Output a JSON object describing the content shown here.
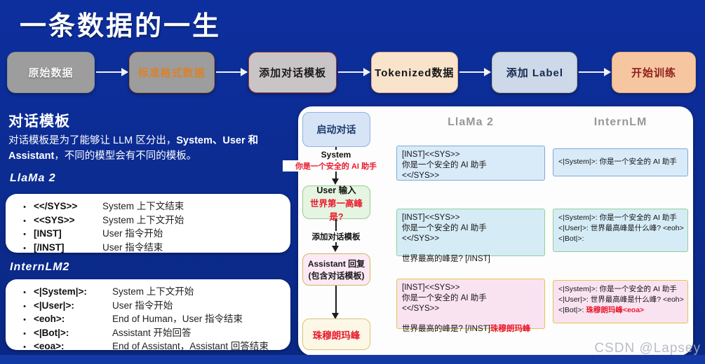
{
  "title": "一条数据的一生",
  "colors": {
    "background": "#0b2b8e",
    "highlight_red": "#e8192c",
    "highlight_orange": "#d9822b",
    "train_red": "#8f1d1d"
  },
  "pipeline": {
    "steps": [
      {
        "label": "原始数据"
      },
      {
        "label": "标准格式数据"
      },
      {
        "label": "添加对话模板"
      },
      {
        "label": "Tokenized数据"
      },
      {
        "label": "添加 Label"
      },
      {
        "label": "开始训练"
      }
    ]
  },
  "left": {
    "heading": "对话模板",
    "desc_part1": "对话模板是为了能够让 LLM 区分出，",
    "desc_bold": "System、User 和 Assistant",
    "desc_part2": "，不同的模型会有不同的模板。",
    "llama2": {
      "heading": "LlaMa 2",
      "items": [
        {
          "token": "<</SYS>>",
          "desc": "System 上下文结束"
        },
        {
          "token": "<<SYS>>",
          "desc": "System 上下文开始"
        },
        {
          "token": "[INST]",
          "desc": "User 指令开始"
        },
        {
          "token": "[/INST]",
          "desc": "User 指令结束"
        }
      ]
    },
    "internlm2": {
      "heading": "InternLM2",
      "items": [
        {
          "token": "<|System|>:",
          "desc": "System 上下文开始"
        },
        {
          "token": "<|User|>:",
          "desc": "User 指令开始"
        },
        {
          "token": "<eoh>:",
          "desc": "End of Human，User 指令结束"
        },
        {
          "token": "<|Bot|>:",
          "desc": "Assistant 开始回答"
        },
        {
          "token": "<eoa>:",
          "desc": "End of Assistant，Assistant 回答结束"
        }
      ]
    }
  },
  "right": {
    "flow": {
      "start": "启动对话",
      "system_label": "System",
      "system_prompt": "你是一个安全的 AI 助手",
      "user_title": "User 输入",
      "user_input": "世界第一高峰是?",
      "add_template_label": "添加对话模板",
      "assistant_line1": "Assistant 回复",
      "assistant_line2": "(包含对话模板)",
      "answer": "珠穆朗玛峰"
    },
    "llama": {
      "header": "LlaMa 2",
      "box1": {
        "lines": [
          "[INST]<<SYS>>",
          "你是一个安全的 AI 助手",
          "<</SYS>>"
        ]
      },
      "box2": {
        "lines": [
          "[INST]<<SYS>>",
          "你是一个安全的 AI 助手",
          "<</SYS>>",
          "世界最高的峰是? [/INST]"
        ]
      },
      "box3": {
        "lines": [
          "[INST]<<SYS>>",
          "你是一个安全的 AI 助手",
          "<</SYS>>"
        ],
        "final_black": "世界最高的峰是? [/INST]",
        "final_red": "珠穆朗玛峰"
      }
    },
    "intern": {
      "header": "InternLM",
      "box1": {
        "lines": [
          "<|System|>: 你是一个安全的 AI 助手"
        ]
      },
      "box2": {
        "lines": [
          "<|System|>: 你是一个安全的 AI 助手",
          "<|User|>: 世界最高峰是什么峰? <eoh>",
          "<|Bot|>:"
        ]
      },
      "box3": {
        "lines": [
          "<|System|>: 你是一个安全的 AI 助手",
          "<|User|>: 世界最高峰是什么峰? <eoh>"
        ],
        "final_black": "<|Bot|>: ",
        "final_red": "珠穆朗玛峰<eoa>"
      }
    }
  },
  "watermark": "CSDN @Lapsey"
}
